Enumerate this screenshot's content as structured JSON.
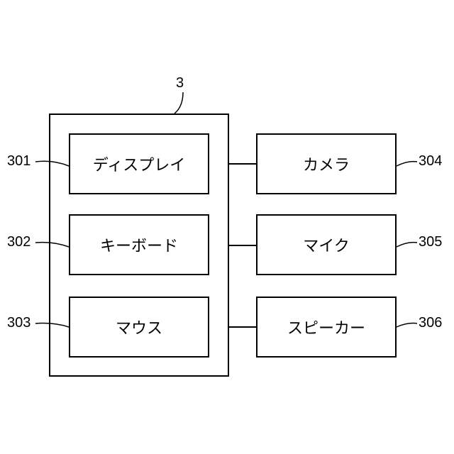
{
  "container": {
    "label": "3"
  },
  "left_blocks": [
    {
      "ref": "301",
      "label": "ディスプレイ"
    },
    {
      "ref": "302",
      "label": "キーボード"
    },
    {
      "ref": "303",
      "label": "マウス"
    }
  ],
  "right_blocks": [
    {
      "ref": "304",
      "label": "カメラ"
    },
    {
      "ref": "305",
      "label": "マイク"
    },
    {
      "ref": "306",
      "label": "スピーカー"
    }
  ]
}
